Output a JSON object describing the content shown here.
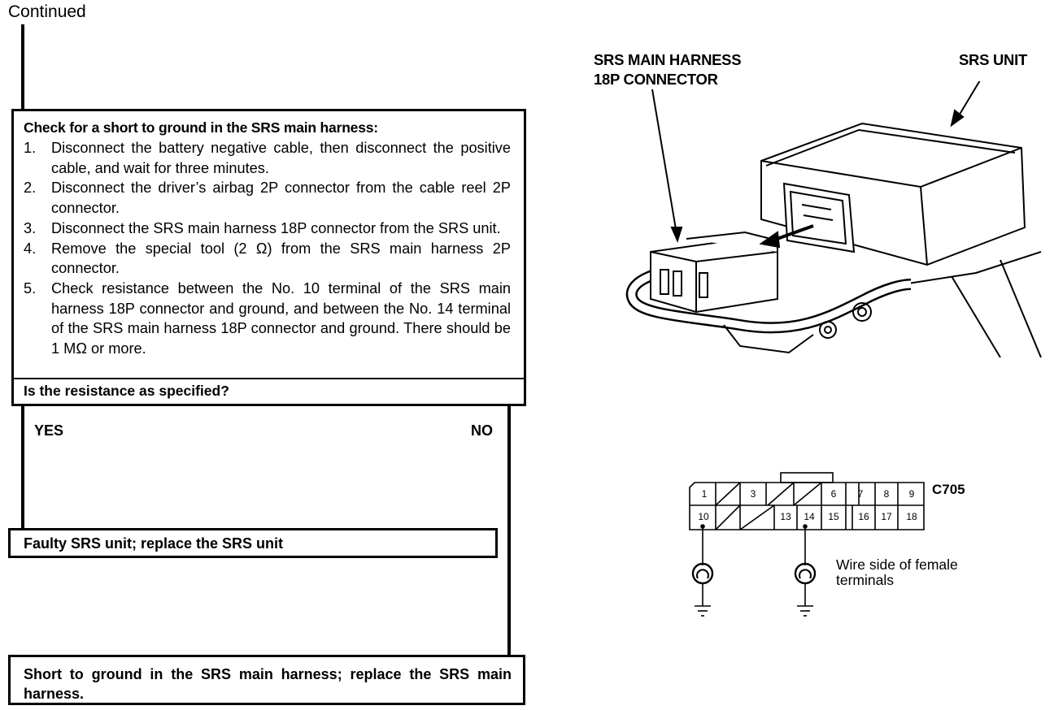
{
  "header": {
    "continued": "Continued"
  },
  "check": {
    "title": "Check for a short to ground in the SRS main harness:",
    "steps": [
      {
        "num": "1.",
        "text": "Disconnect the battery negative cable, then disconnect the positive cable, and wait for three minutes."
      },
      {
        "num": "2.",
        "text": "Disconnect the driver’s airbag 2P connector from the cable reel 2P connector."
      },
      {
        "num": "3.",
        "text": "Disconnect the SRS main harness 18P connector from the SRS unit."
      },
      {
        "num": "4.",
        "text": "Remove the special tool (2 Ω) from the SRS main harness 2P connector."
      },
      {
        "num": "5.",
        "text": "Check resistance between the No. 10 terminal of the SRS main harness 18P connector and ground, and between the No. 14 terminal of the SRS main harness 18P connector and ground. There should be 1 MΩ or more."
      }
    ],
    "question": "Is the resistance as specified?"
  },
  "branches": {
    "yes": "YES",
    "no": "NO"
  },
  "results": {
    "yes_result": "Faulty SRS unit; replace the SRS unit",
    "no_result": "Short to ground in the SRS main harness; replace the SRS main harness."
  },
  "illustration": {
    "connector_label_line1": "SRS MAIN HARNESS",
    "connector_label_line2": "18P CONNECTOR",
    "unit_label": "SRS UNIT"
  },
  "connector": {
    "id": "C705",
    "row1": [
      "1",
      "",
      "3",
      "",
      "",
      "6",
      "7",
      "8",
      "9"
    ],
    "row2": [
      "10",
      "",
      "",
      "13",
      "14",
      "15",
      "16",
      "17",
      "18"
    ],
    "note_line1": "Wire side of female",
    "note_line2": "terminals"
  }
}
